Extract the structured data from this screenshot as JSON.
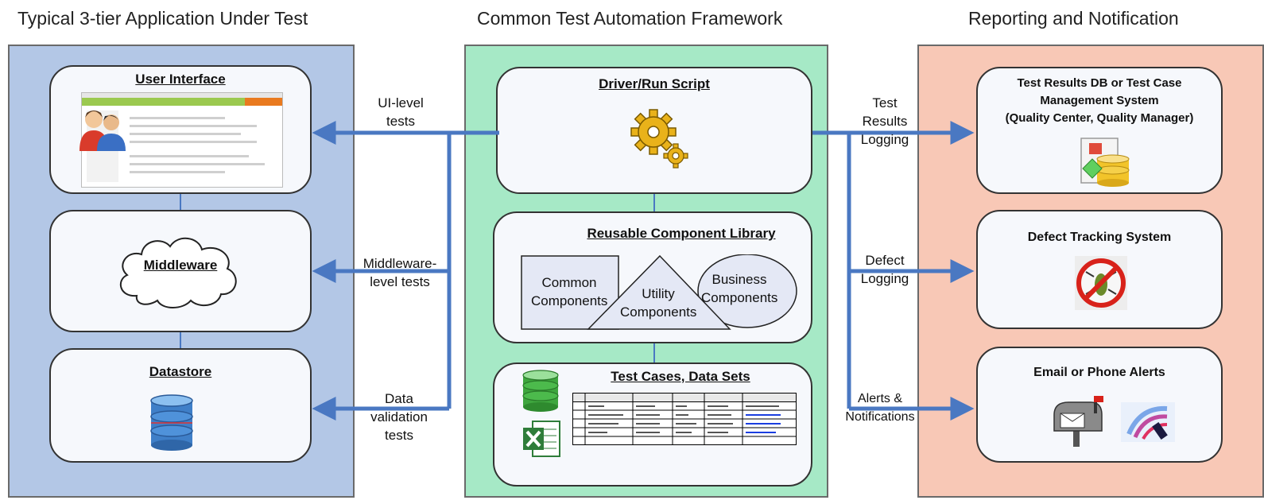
{
  "columns": {
    "left": {
      "title": "Typical 3-tier Application Under Test",
      "cards": {
        "ui": "User Interface",
        "middleware": "Middleware",
        "datastore": "Datastore"
      }
    },
    "center": {
      "title": "Common Test Automation Framework",
      "cards": {
        "driver": "Driver/Run Script",
        "library": "Reusable Component Library",
        "testcases": "Test Cases, Data Sets"
      },
      "components": {
        "common": [
          "Common",
          "Components"
        ],
        "utility": [
          "Utility",
          "Components"
        ],
        "business": [
          "Business",
          "Components"
        ]
      }
    },
    "right": {
      "title": "Reporting and Notification",
      "cards": {
        "results": [
          "Test Results DB or Test Case",
          "Management System",
          "(Quality Center, Quality Manager)"
        ],
        "defect": "Defect Tracking System",
        "alerts": "Email or Phone Alerts"
      }
    }
  },
  "arrow_labels": {
    "ui": [
      "UI-level",
      "tests"
    ],
    "middleware": [
      "Middleware-",
      "level tests"
    ],
    "data": [
      "Data",
      "validation",
      "tests"
    ],
    "results": [
      "Test",
      "Results",
      "Logging"
    ],
    "defect": [
      "Defect",
      "Logging"
    ],
    "alerts": [
      "Alerts &",
      "Notifications"
    ]
  },
  "colors": {
    "left_panel": "#b3c7e6",
    "center_panel": "#a6e9c6",
    "right_panel": "#f8c8b6",
    "arrow": "#4a78c2"
  }
}
